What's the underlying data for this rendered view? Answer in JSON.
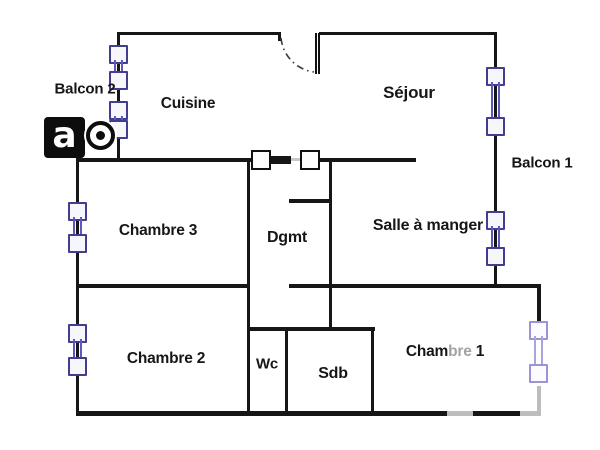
{
  "labels": {
    "balcon2": "Balcon 2",
    "cuisine": "Cuisine",
    "sejour": "Séjour",
    "balcon1": "Balcon 1",
    "chambre3": "Chambre 3",
    "dgmt": "Dgmt",
    "salle_a_manger": "Salle à manger",
    "chambre2": "Chambre 2",
    "wc": "Wc",
    "sdb": "Sdb",
    "chambre1": {
      "part1": "Cham",
      "part2": "bre",
      "part3": " 1"
    }
  },
  "logo": {
    "letter": "a"
  },
  "colors": {
    "wall": "#161616",
    "text": "#161616",
    "window_frame": "#413d8f",
    "window_glass": "#5d57c0",
    "window_light": "#9a94d6",
    "watermark_gray": "#b5b5b5"
  }
}
